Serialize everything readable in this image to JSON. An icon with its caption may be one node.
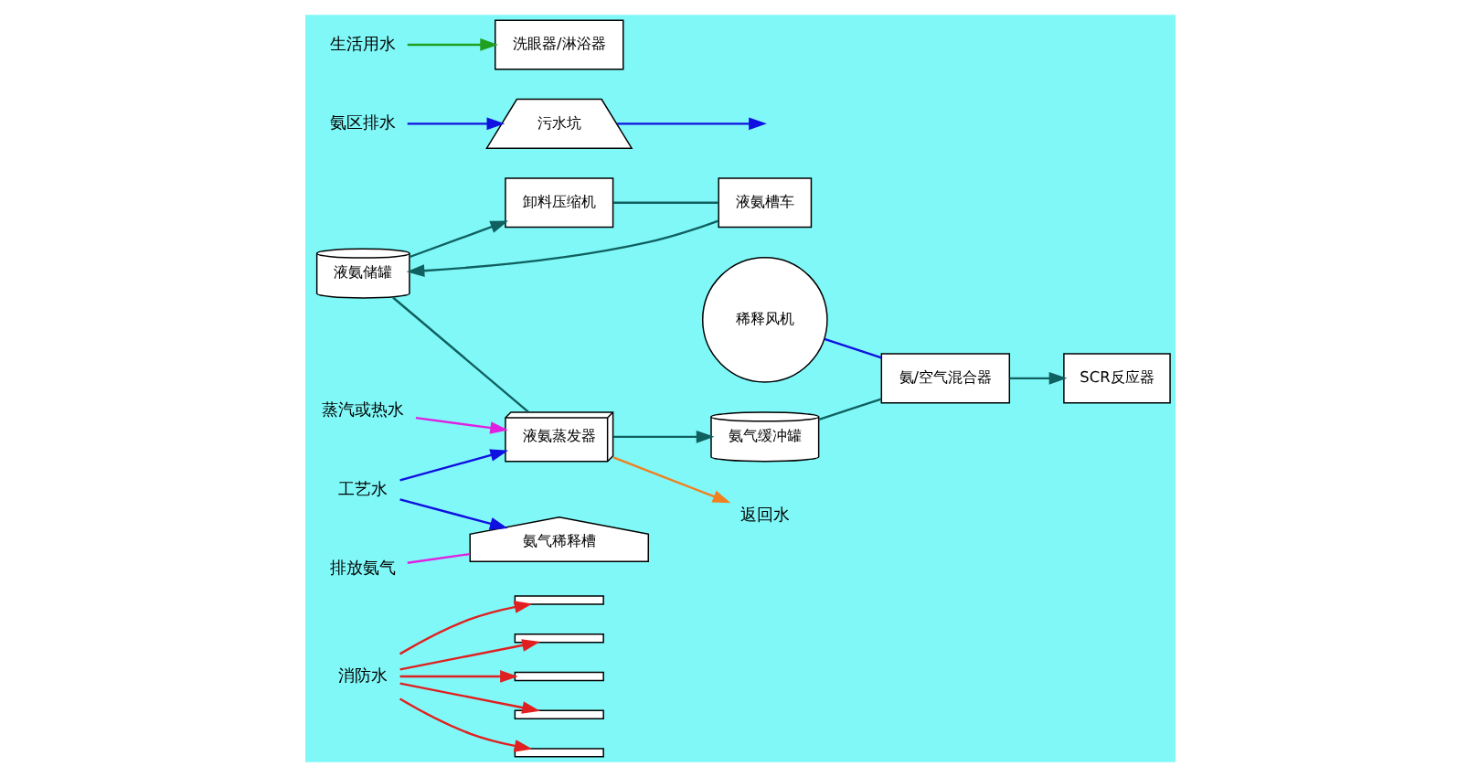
{
  "diagram": {
    "nodes": [
      {
        "text": [
          "消防水"
        ]
      },
      {
        "text": [
          "工艺水"
        ]
      },
      {
        "text": [
          "液氨槽车"
        ]
      },
      {
        "text": [
          "卸料压缩机"
        ]
      },
      {
        "text": [
          "液氨储罐"
        ]
      },
      {
        "text": [
          "液氨蒸发器"
        ]
      },
      {
        "text": [
          "氨气缓冲罐"
        ]
      },
      {
        "text": [
          "氨/空气混合器"
        ]
      },
      {
        "text": [
          "稀释风机"
        ]
      },
      {
        "text": [
          "SCR反应器"
        ]
      },
      {
        "text": [
          "氨气稀释槽"
        ]
      },
      {
        "text": [
          "排放氨气"
        ]
      },
      {
        "text": [
          "氨区排水"
        ]
      },
      {
        "text": [
          "污水坑"
        ]
      },
      {
        "text": [
          "生活用水"
        ]
      },
      {
        "text": [
          "洗眼器/淋浴器"
        ]
      },
      {
        "text": [
          "蒸汽或热水"
        ]
      },
      {
        "text": [
          "返回水"
        ]
      },
      {
        "text": [],
        "shape": "bar"
      },
      {
        "text": [],
        "shape": "bar"
      },
      {
        "text": [],
        "shape": "bar"
      },
      {
        "text": [],
        "shape": "bar"
      },
      {
        "text": [],
        "shape": "bar"
      }
    ],
    "edges": [
      {
        "from": 0,
        "to": 18,
        "arrow": "to",
        "color": "#e02020"
      },
      {
        "from": 0,
        "to": 19,
        "arrow": "to",
        "color": "#e02020"
      },
      {
        "from": 0,
        "to": 20,
        "arrow": "to",
        "color": "#e02020"
      },
      {
        "from": 0,
        "to": 21,
        "arrow": "to",
        "color": "#e02020"
      },
      {
        "from": 0,
        "to": 22,
        "arrow": "to",
        "color": "#e02020"
      },
      {
        "from": 1,
        "to": 10,
        "arrow": "to",
        "color": "#1010e0"
      },
      {
        "from": 1,
        "to": 5,
        "arrow": "to",
        "color": "#1010e0"
      },
      {
        "from": 2,
        "to": 4,
        "arrow": "to"
      },
      {
        "from": 3,
        "to": 2,
        "arrow": "none"
      },
      {
        "from": 4,
        "to": 3,
        "arrow": "to"
      },
      {
        "from": 4,
        "to": 5,
        "arrow": "none"
      },
      {
        "from": 5,
        "to": 6,
        "arrow": "to"
      },
      {
        "from": 6,
        "to": 7,
        "arrow": "none"
      },
      {
        "from": 8,
        "to": 7,
        "arrow": "none",
        "color": "#1010e0"
      },
      {
        "from": 7,
        "to": 9,
        "arrow": "to"
      },
      {
        "from": 16,
        "to": 5,
        "arrow": "to",
        "color": "#e020e0"
      },
      {
        "from": 5,
        "to": 17,
        "arrow": "to",
        "color": "#f08020"
      },
      {
        "from": 11,
        "to": 10,
        "arrow": "none",
        "color": "#e020e0"
      },
      {
        "from": 12,
        "to": 13,
        "arrow": "to",
        "color": "#1010e0"
      },
      {
        "from": 13,
        "to": null,
        "arrow": "to",
        "color": "#1010e0"
      },
      {
        "from": 14,
        "to": 15,
        "arrow": "to",
        "color": "#20a020"
      }
    ]
  }
}
